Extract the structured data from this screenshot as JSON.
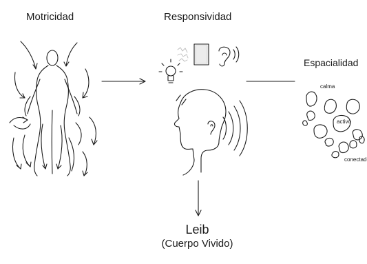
{
  "labels": {
    "motricidad": "Motricidad",
    "responsividad": "Responsividad",
    "espacialidad": "Espacialidad",
    "leib": "Leib",
    "leib_sub": "(Cuerpo Vivido)"
  },
  "blob_labels": {
    "calma": "calma",
    "activo": "activo",
    "conectado": "conectado"
  },
  "icons": [
    "body-motion-icon",
    "lightbulb-icon",
    "noise-icon",
    "card-icon",
    "ear-icon",
    "head-profile-icon",
    "sound-waves-icon",
    "blob-cluster-icon"
  ],
  "colors": {
    "ink": "#1a1a1a",
    "background": "#ffffff"
  }
}
